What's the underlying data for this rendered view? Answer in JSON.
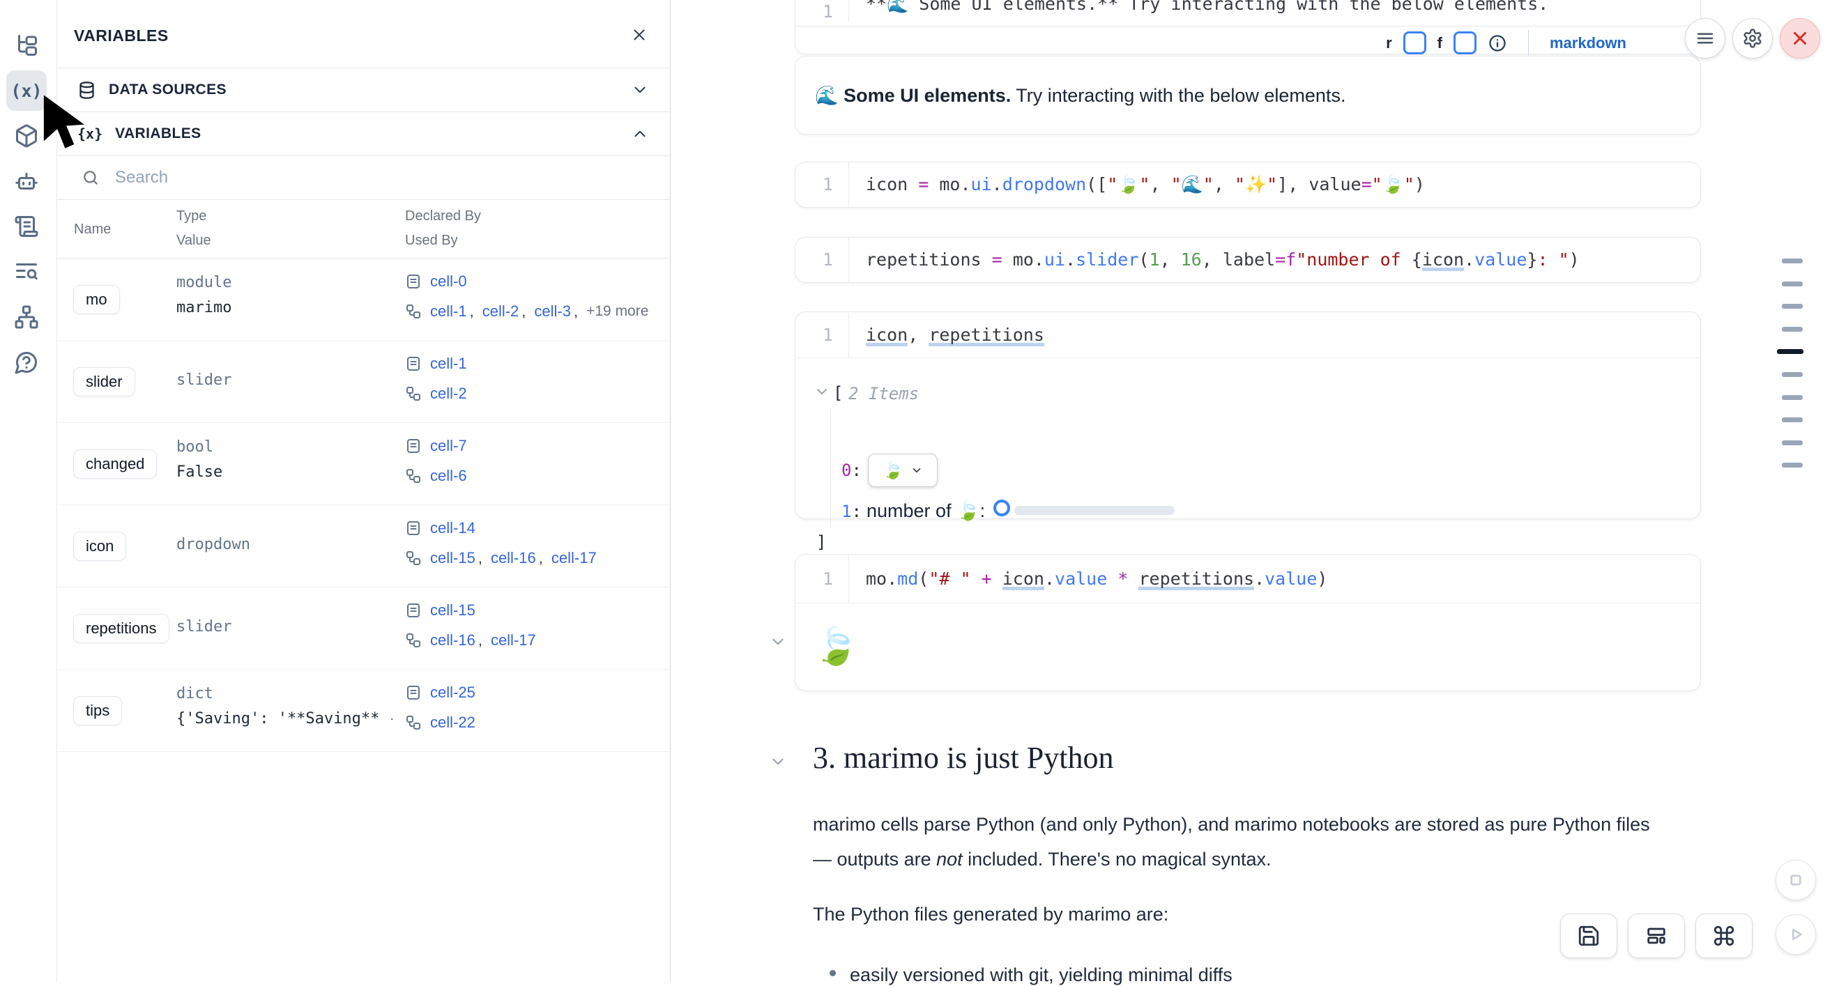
{
  "sidebar": {
    "items": [
      {
        "id": "file-explorer",
        "icon": "file-tree",
        "active": false
      },
      {
        "id": "variables",
        "icon": "variables",
        "active": true
      },
      {
        "id": "packages",
        "icon": "box",
        "active": false
      },
      {
        "id": "ai-assistant",
        "icon": "bot",
        "active": false
      },
      {
        "id": "snippets",
        "icon": "scroll",
        "active": false
      },
      {
        "id": "find-replace",
        "icon": "text-search",
        "active": false
      },
      {
        "id": "dependencies",
        "icon": "network",
        "active": false
      },
      {
        "id": "help",
        "icon": "help",
        "active": false
      }
    ]
  },
  "panel": {
    "title": "VARIABLES",
    "data_sources_label": "DATA SOURCES",
    "variables_label": "VARIABLES",
    "search_placeholder": "Search",
    "headers": {
      "name": "Name",
      "type": "Type",
      "value": "Value",
      "declared": "Declared By",
      "used": "Used By"
    },
    "rows": [
      {
        "name": "mo",
        "type": "module",
        "value": "marimo",
        "declared": [
          "cell-0"
        ],
        "used": [
          "cell-1",
          "cell-2",
          "cell-3"
        ],
        "used_more": "+19 more"
      },
      {
        "name": "slider",
        "type": "slider",
        "value": "",
        "declared": [
          "cell-1"
        ],
        "used": [
          "cell-2"
        ],
        "used_more": ""
      },
      {
        "name": "changed",
        "type": "bool",
        "value": "False",
        "declared": [
          "cell-7"
        ],
        "used": [
          "cell-6"
        ],
        "used_more": ""
      },
      {
        "name": "icon",
        "type": "dropdown",
        "value": "",
        "declared": [
          "cell-14"
        ],
        "used": [
          "cell-15",
          "cell-16",
          "cell-17"
        ],
        "used_more": ""
      },
      {
        "name": "repetitions",
        "type": "slider",
        "value": "",
        "declared": [
          "cell-15"
        ],
        "used": [
          "cell-16",
          "cell-17"
        ],
        "used_more": ""
      },
      {
        "name": "tips",
        "type": "dict",
        "value": "{'Saving': '**Saving** - _Na...",
        "declared": [
          "cell-25"
        ],
        "used": [
          "cell-22"
        ],
        "used_more": ""
      }
    ]
  },
  "notebook": {
    "cells": [
      {
        "line_no": "1",
        "tokens": [
          [
            "**🌊 Some UI elements.** Try interacting with the below elements.",
            "p"
          ]
        ]
      },
      {
        "line_no": "1",
        "tokens": [
          [
            "icon ",
            "p"
          ],
          [
            "=",
            "o"
          ],
          [
            " mo",
            "p"
          ],
          [
            ".",
            "p"
          ],
          [
            "ui",
            "f"
          ],
          [
            ".",
            "p"
          ],
          [
            "dropdown",
            "f"
          ],
          [
            "([",
            "p"
          ],
          [
            "\"🍃\"",
            "s"
          ],
          [
            ", ",
            "p"
          ],
          [
            "\"🌊\"",
            "s"
          ],
          [
            ", ",
            "p"
          ],
          [
            "\"✨\"",
            "s"
          ],
          [
            "], value",
            "p"
          ],
          [
            "=",
            "o"
          ],
          [
            "\"🍃\"",
            "s"
          ],
          [
            ")",
            "p"
          ]
        ]
      },
      {
        "line_no": "1",
        "tokens": [
          [
            "repetitions ",
            "p"
          ],
          [
            "=",
            "o"
          ],
          [
            " mo",
            "p"
          ],
          [
            ".",
            "p"
          ],
          [
            "ui",
            "f"
          ],
          [
            ".",
            "p"
          ],
          [
            "slider",
            "f"
          ],
          [
            "(",
            "p"
          ],
          [
            "1",
            "n"
          ],
          [
            ", ",
            "p"
          ],
          [
            "16",
            "n"
          ],
          [
            ", label",
            "p"
          ],
          [
            "=",
            "o"
          ],
          [
            "f",
            "o"
          ],
          [
            "\"number of ",
            "s"
          ],
          [
            "{",
            "p"
          ],
          [
            "icon",
            "u"
          ],
          [
            ".",
            "p"
          ],
          [
            "value",
            "f"
          ],
          [
            "}",
            "p"
          ],
          [
            ": \"",
            "s"
          ],
          [
            ")",
            "p"
          ]
        ]
      },
      {
        "line_no": "1",
        "tokens": [
          [
            "icon",
            "u"
          ],
          [
            ", ",
            "p"
          ],
          [
            "repetitions",
            "u"
          ]
        ]
      },
      {
        "line_no": "1",
        "tokens": [
          [
            "mo",
            "p"
          ],
          [
            ".",
            "p"
          ],
          [
            "md",
            "f"
          ],
          [
            "(",
            "p"
          ],
          [
            "\"# \"",
            "s"
          ],
          [
            " ",
            "p"
          ],
          [
            "+",
            "o"
          ],
          [
            " ",
            "p"
          ],
          [
            "icon",
            "u"
          ],
          [
            ".",
            "p"
          ],
          [
            "value",
            "f"
          ],
          [
            " ",
            "p"
          ],
          [
            "*",
            "o"
          ],
          [
            " ",
            "p"
          ],
          [
            "repetitions",
            "u"
          ],
          [
            ".",
            "p"
          ],
          [
            "value",
            "f"
          ],
          [
            ")",
            "p"
          ]
        ]
      }
    ],
    "cell_footer": {
      "r_label": "r",
      "f_label": "f",
      "language": "markdown"
    },
    "md_output": {
      "emoji": "🌊 ",
      "bold": "Some UI elements.",
      "rest": " Try interacting with the below elements."
    },
    "console": {
      "open_bracket": "[",
      "items_label": "2 Items",
      "index0": "0",
      "index1": "1",
      "colon": ":",
      "dropdown_value": "🍃",
      "slider_label": "number of 🍃: ",
      "close_bracket": "]"
    },
    "leaf_output": "🍃",
    "section": {
      "heading": "3. marimo is just Python",
      "p1_line1": "marimo cells parse Python (and only Python), and marimo notebooks are stored as pure Python files",
      "p1_line2_pre": "— outputs are ",
      "p1_line2_italic": "not",
      "p1_line2_post": " included. There's no magical syntax.",
      "p2": "The Python files generated by marimo are:",
      "bullet1": "easily versioned with git, yielding minimal diffs"
    }
  },
  "minimap": {
    "dash_count": 10,
    "active_index": 4
  },
  "colors": {
    "accent_blue": "#3b82f6",
    "link_blue": "#3566d9",
    "danger_red": "#d92d20"
  }
}
